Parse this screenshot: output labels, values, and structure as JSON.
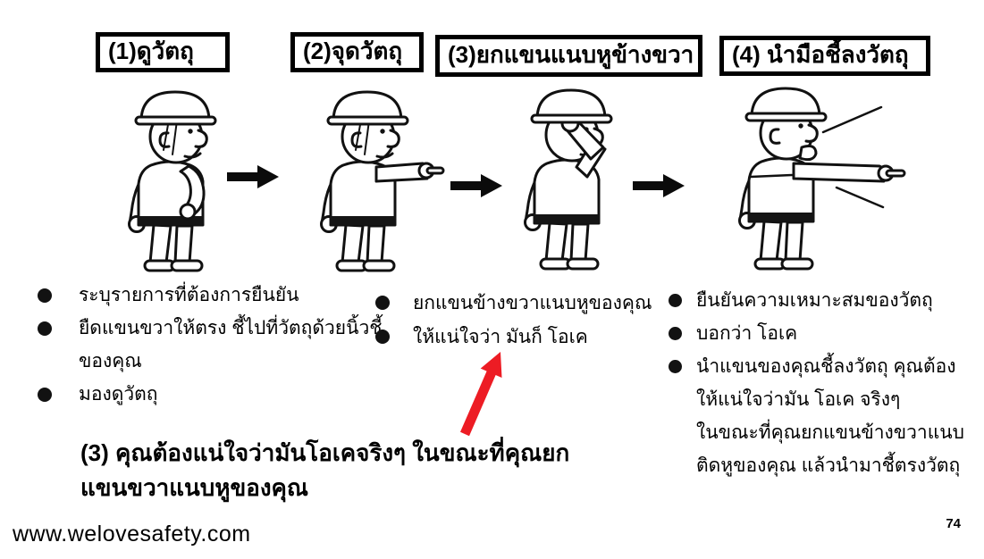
{
  "slide": {
    "steps": [
      {
        "label": "(1)ดูวัตถุ"
      },
      {
        "label": "(2)จุดวัตถุ"
      },
      {
        "label": "(3)ยกแขนแนบหูข้างขวา"
      },
      {
        "label": "(4) นำมือชี้ลงวัตถุ"
      }
    ],
    "bullet_columns": [
      {
        "items": [
          {
            "text": "ระบุรายการที่ต้องการยืนยัน"
          },
          {
            "text": "ยืดแขนขวาให้ตรง ชี้ไปที่วัตถุด้วยนิ้วชี้"
          },
          {
            "text": "ของคุณ"
          },
          {
            "text": "มองดูวัตถุ"
          }
        ]
      },
      {
        "items": [
          {
            "text": "ยกแขนข้างขวาแนบหูของคุณ"
          },
          {
            "text": "ให้แน่ใจว่า มันก็ โอเค"
          }
        ]
      },
      {
        "items": [
          {
            "text": "ยืนยันความเหมาะสมของวัตถุ"
          },
          {
            "text": "บอกว่า โอเค"
          },
          {
            "text": "นำแขนของคุณชี้ลงวัตถุ คุณต้อง"
          },
          {
            "text": "ให้แน่ใจว่ามัน โอเค จริงๆ"
          },
          {
            "text": "ในขณะที่คุณยกแขนข้างขวาแนบ"
          },
          {
            "text": "ติดหูของคุณ แล้วนำมาชี้ตรงวัตถุ"
          }
        ]
      }
    ],
    "note": {
      "line1": "(3) คุณต้องแน่ใจว่ามันโอเคจริงๆ ในขณะที่คุณยก",
      "line2": "แขนขวาแนบหูของคุณ"
    },
    "footer": {
      "website": "www.welovesafety.com",
      "page_number": "74"
    },
    "colors": {
      "ink": "#000000",
      "red_arrow": "#ed1c24",
      "background": "#ffffff"
    },
    "icons": {
      "figure1": "worker-looking-at-object-icon",
      "figure2": "worker-pointing-at-object-icon",
      "figure3": "worker-arm-raised-to-ear-icon",
      "figure4": "worker-pointing-and-calling-icon",
      "step_arrow": "black-right-arrow-icon",
      "annotation_arrow": "red-up-right-arrow-icon"
    }
  }
}
